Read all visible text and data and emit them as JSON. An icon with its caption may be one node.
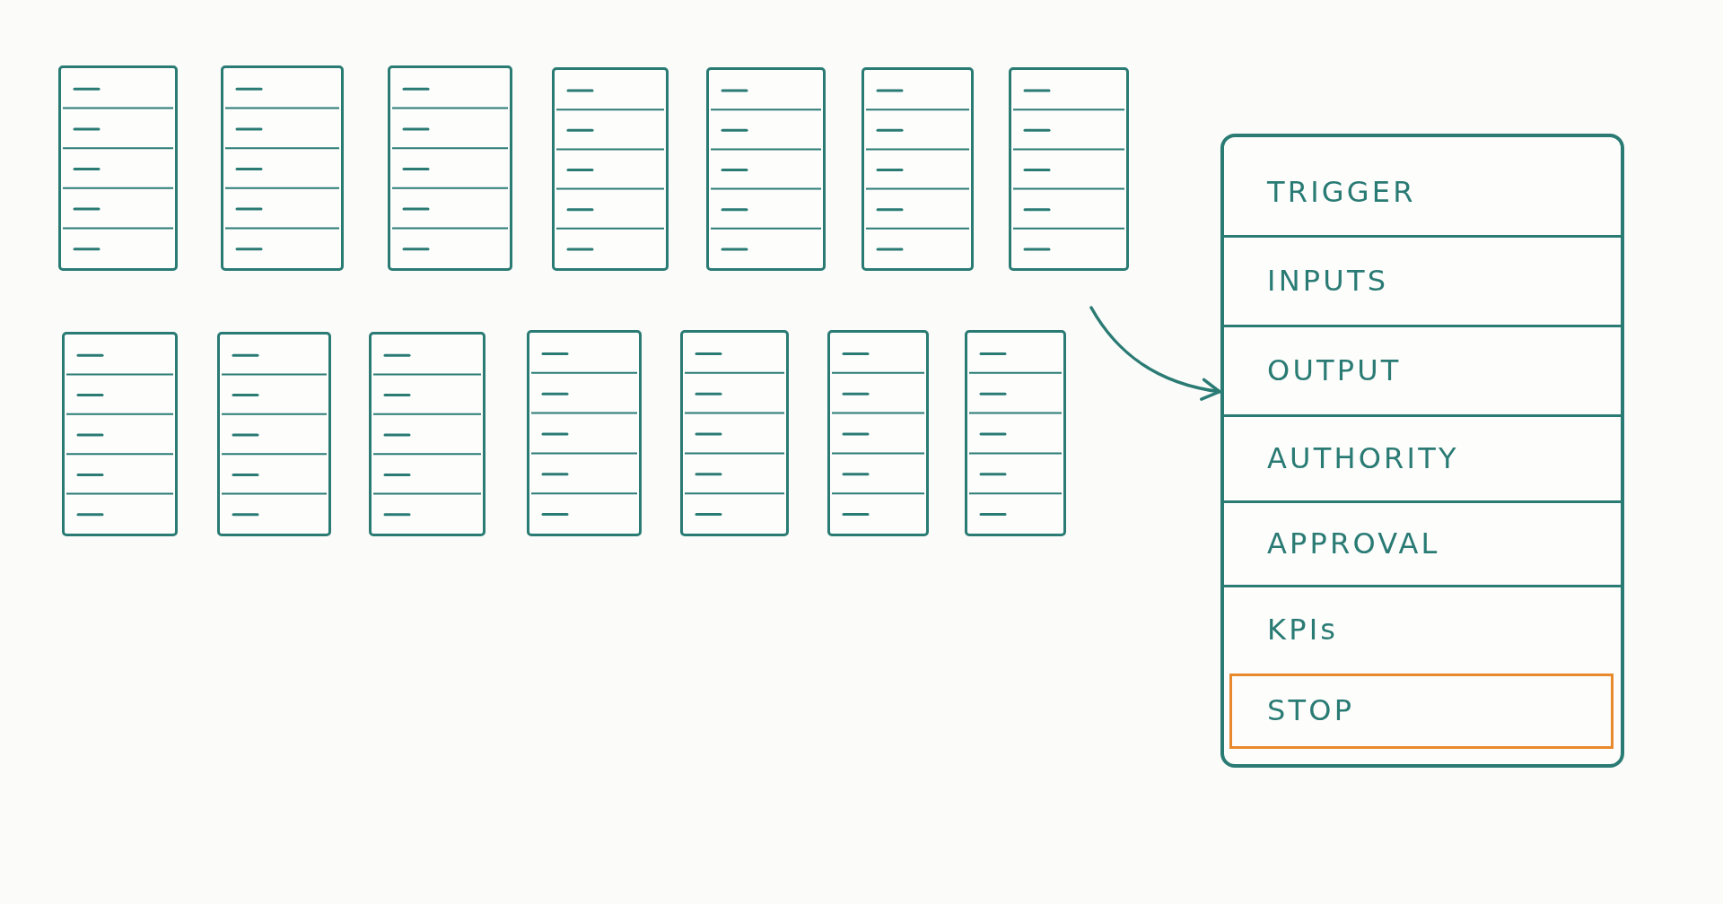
{
  "diagram": {
    "nodes": [
      {
        "text": [],
        "shape": "box"
      },
      {
        "text": [],
        "shape": "box"
      },
      {
        "text": [],
        "shape": "box"
      },
      {
        "text": [],
        "shape": "box"
      },
      {
        "text": [],
        "shape": "box"
      },
      {
        "text": [],
        "shape": "box"
      },
      {
        "text": [],
        "shape": "box"
      },
      {
        "text": [],
        "shape": "box"
      },
      {
        "text": [],
        "shape": "box"
      },
      {
        "text": [],
        "shape": "box"
      },
      {
        "text": [],
        "shape": "box"
      },
      {
        "text": [],
        "shape": "box"
      },
      {
        "text": [],
        "shape": "box"
      },
      {
        "text": [],
        "shape": "box"
      },
      {
        "text": [],
        "shape": "box"
      },
      {
        "text": [
          "TRIGGER"
        ],
        "in": 14
      },
      {
        "text": [
          "INPUTS"
        ],
        "in": 14
      },
      {
        "text": [
          "OUTPUT"
        ],
        "in": 14
      },
      {
        "text": [
          "AUTHORITY"
        ],
        "in": 14
      },
      {
        "text": [
          "APPROVAL"
        ],
        "in": 14
      },
      {
        "text": [
          "KPIs"
        ],
        "in": 14
      },
      {
        "text": [
          "STOP"
        ],
        "in": 14
      }
    ],
    "edges": [
      {
        "from": null,
        "to": 14,
        "arrow": "to"
      }
    ]
  }
}
